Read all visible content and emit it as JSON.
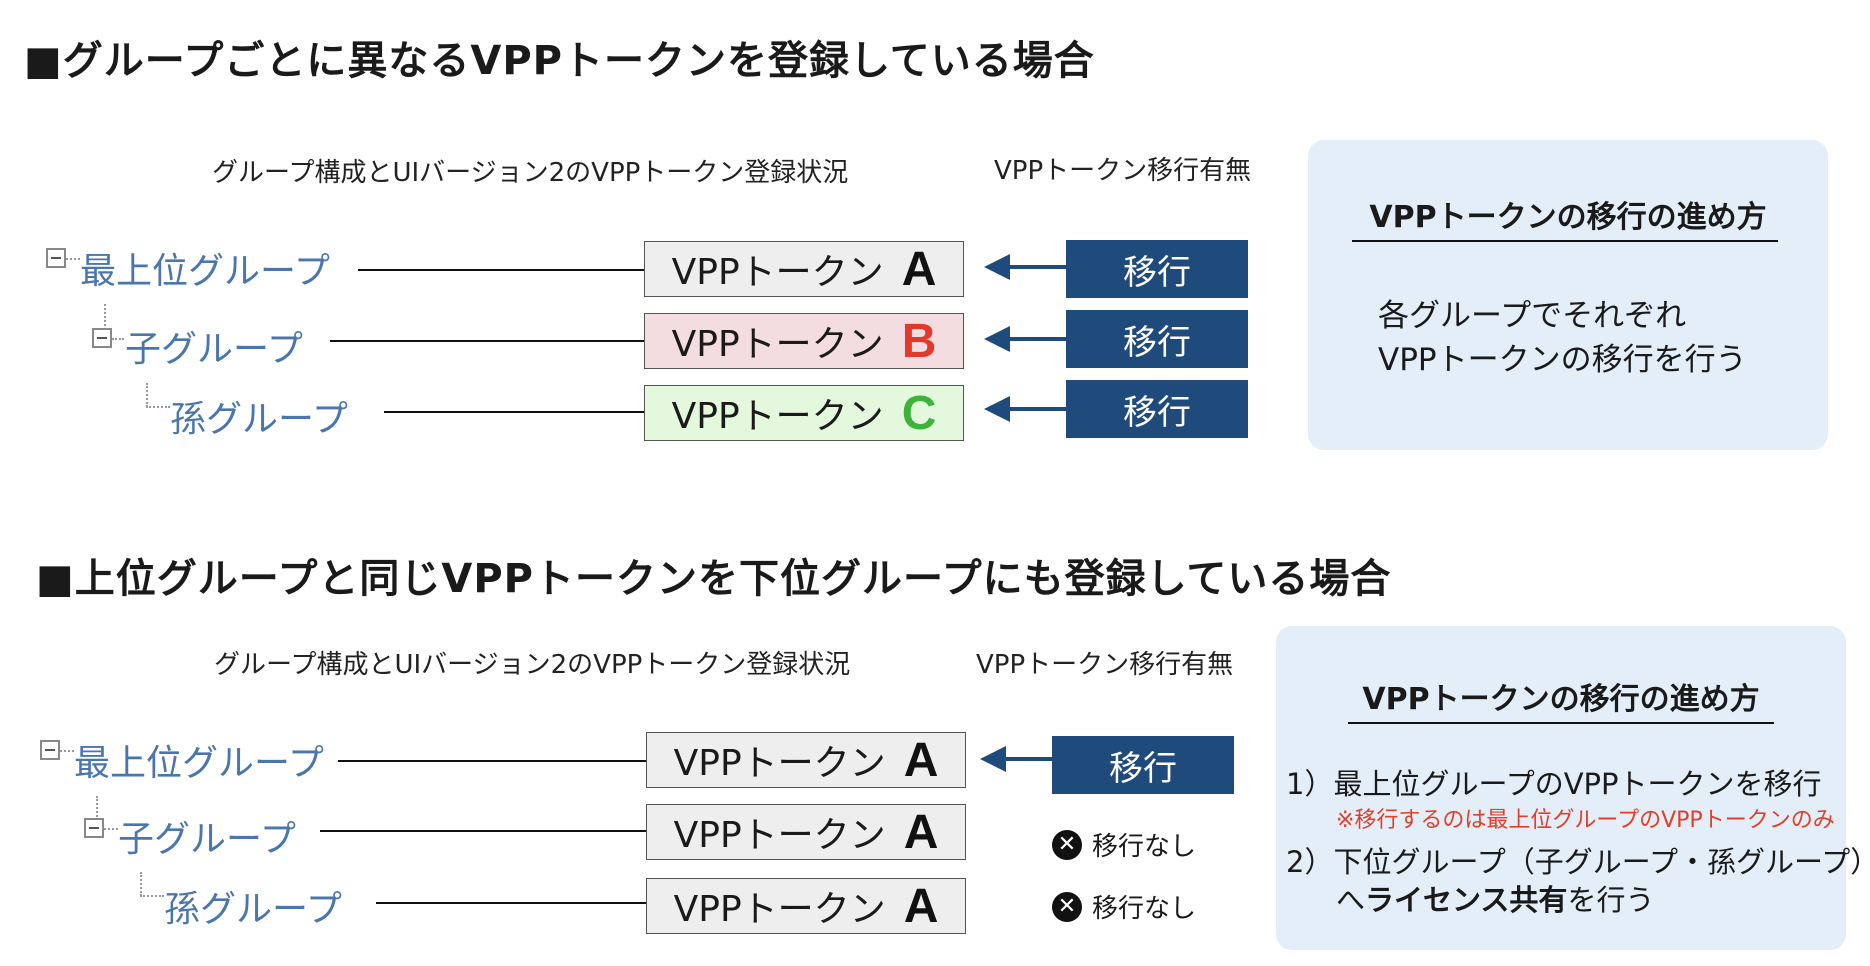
{
  "section1": {
    "heading": "■グループごとに異なるVPPトークンを登録している場合",
    "col_structure": "グループ構成とUIバージョン2のVPPトークン登録状況",
    "col_migration": "VPPトークン移行有無",
    "tree": [
      "最上位グループ",
      "子グループ",
      "孫グループ"
    ],
    "token_label": "VPPトークン",
    "tokens": [
      {
        "letter": "A",
        "fill": "#eeeeee",
        "letter_color": "#111111"
      },
      {
        "letter": "B",
        "fill": "#f4dde0",
        "letter_color": "#e2392b"
      },
      {
        "letter": "C",
        "fill": "#e3f8dc",
        "letter_color": "#3db33a"
      }
    ],
    "migrations": [
      "移行",
      "移行",
      "移行"
    ],
    "panel": {
      "title": "VPPトークンの移行の進め方",
      "lines": [
        "各グループでそれぞれ",
        "VPPトークンの移行を行う"
      ]
    }
  },
  "section2": {
    "heading": "■上位グループと同じVPPトークンを下位グループにも登録している場合",
    "col_structure": "グループ構成とUIバージョン2のVPPトークン登録状況",
    "col_migration": "VPPトークン移行有無",
    "tree": [
      "最上位グループ",
      "子グループ",
      "孫グループ"
    ],
    "token_label": "VPPトークン",
    "tokens": [
      {
        "letter": "A",
        "fill": "#eeeeee",
        "letter_color": "#111111"
      },
      {
        "letter": "A",
        "fill": "#eeeeee",
        "letter_color": "#111111"
      },
      {
        "letter": "A",
        "fill": "#eeeeee",
        "letter_color": "#111111"
      }
    ],
    "migration": "移行",
    "no_migration": [
      "移行なし",
      "移行なし"
    ],
    "no_migration_icon": "x-circle-icon",
    "panel": {
      "title": "VPPトークンの移行の進め方",
      "step1": "1）最上位グループのVPPトークンを移行",
      "step1_note": "※移行するのは最上位グループのVPPトークンのみ",
      "step2_line1": "2）下位グループ（子グループ・孫グループ）",
      "step2_pre": "へ",
      "step2_bold": "ライセンス共有",
      "step2_post": "を行う"
    }
  },
  "colors": {
    "tree_label": "#4a76ad",
    "migrate_box": "#1f4a7c",
    "panel_bg": "#e3eef9",
    "note_red": "#e0402a"
  }
}
